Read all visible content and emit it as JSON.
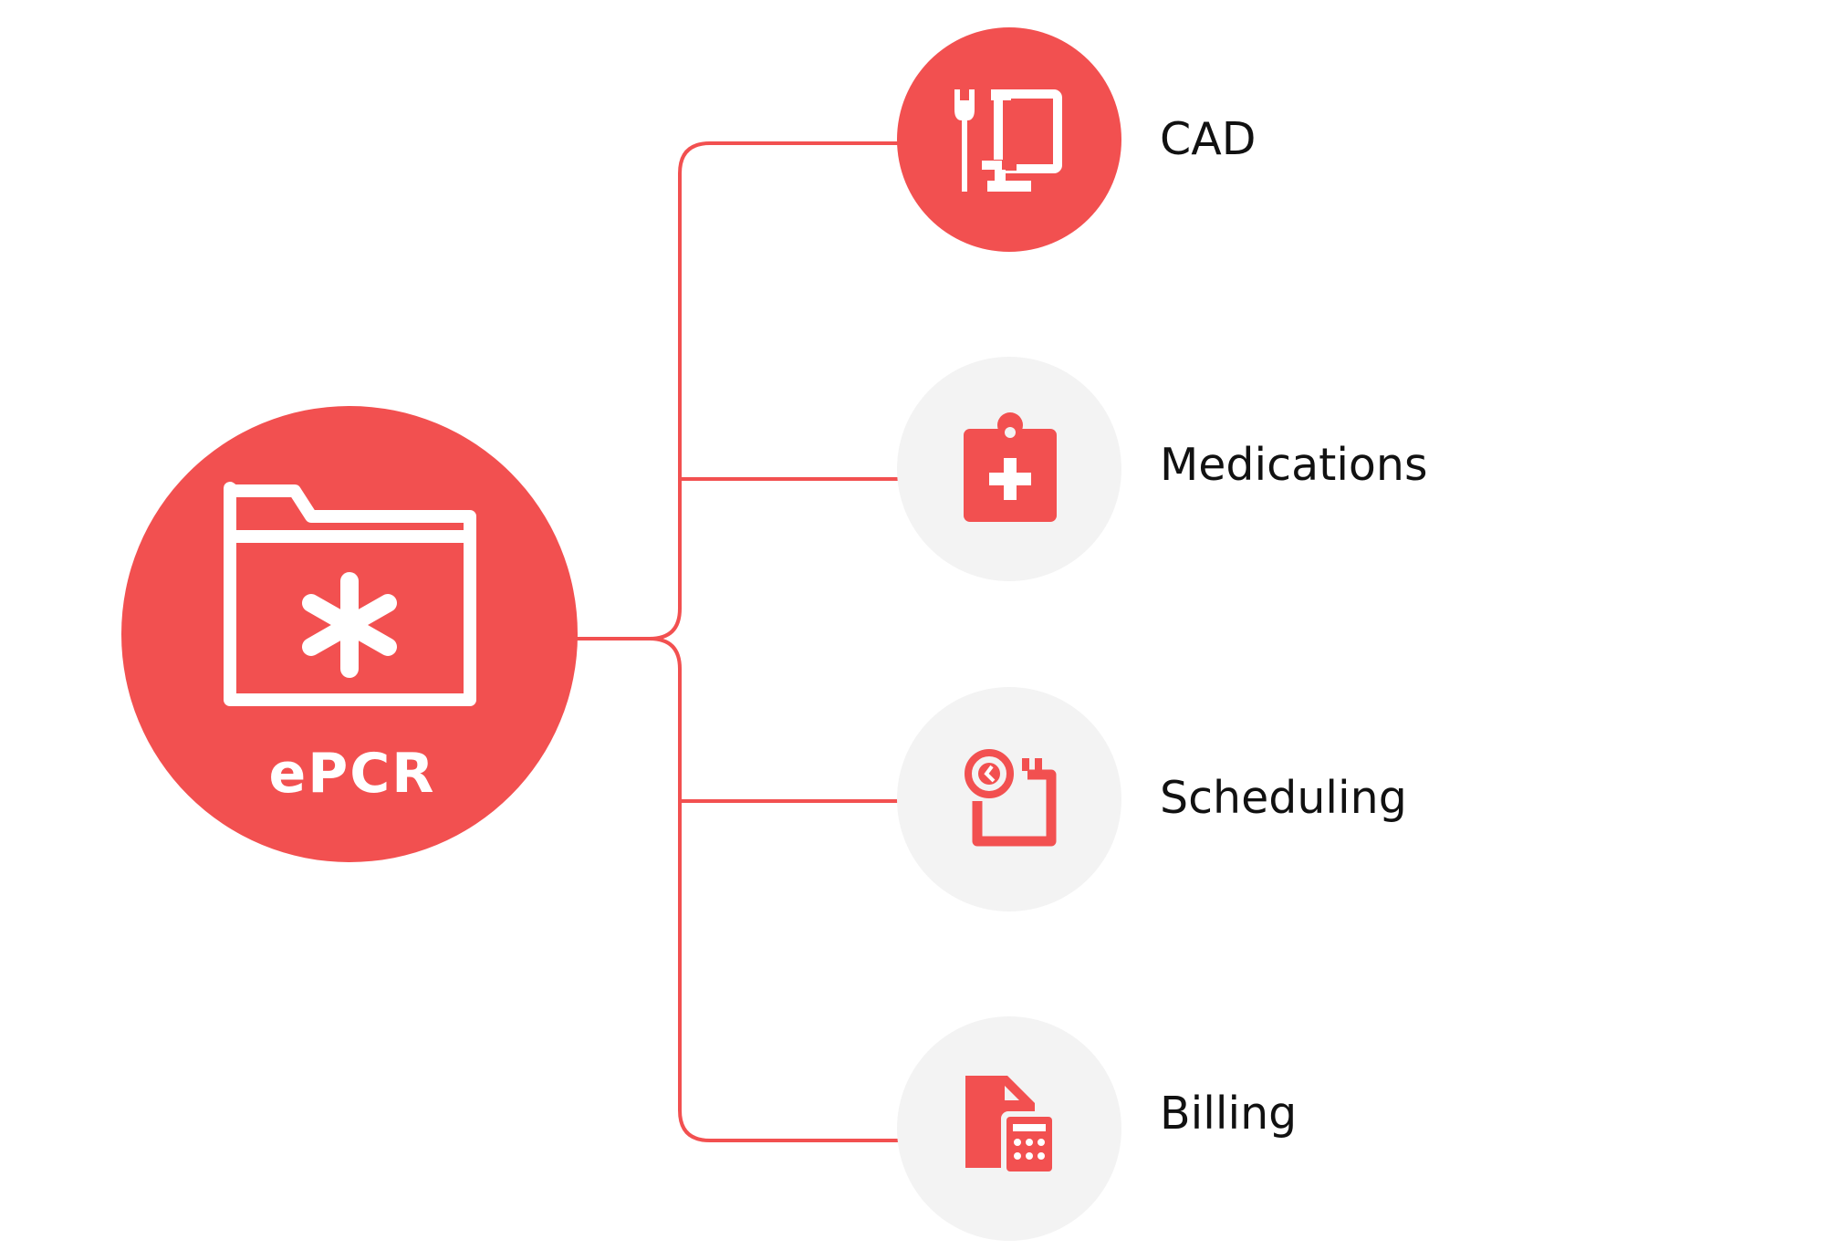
{
  "hub": {
    "label": "ePCR",
    "icon": "medical-folder-icon",
    "color": "#f25050"
  },
  "nodes": [
    {
      "id": "cad",
      "label": "CAD",
      "icon": "computer-plug-icon",
      "active": true
    },
    {
      "id": "medications",
      "label": "Medications",
      "icon": "medical-kit-icon",
      "active": false
    },
    {
      "id": "scheduling",
      "label": "Scheduling",
      "icon": "calendar-clock-icon",
      "active": false
    },
    {
      "id": "billing",
      "label": "Billing",
      "icon": "document-calculator-icon",
      "active": false
    }
  ],
  "colors": {
    "accent": "#f25050",
    "inactive_circle": "#f3f3f3",
    "connector": "#f25050",
    "text": "#111111"
  }
}
